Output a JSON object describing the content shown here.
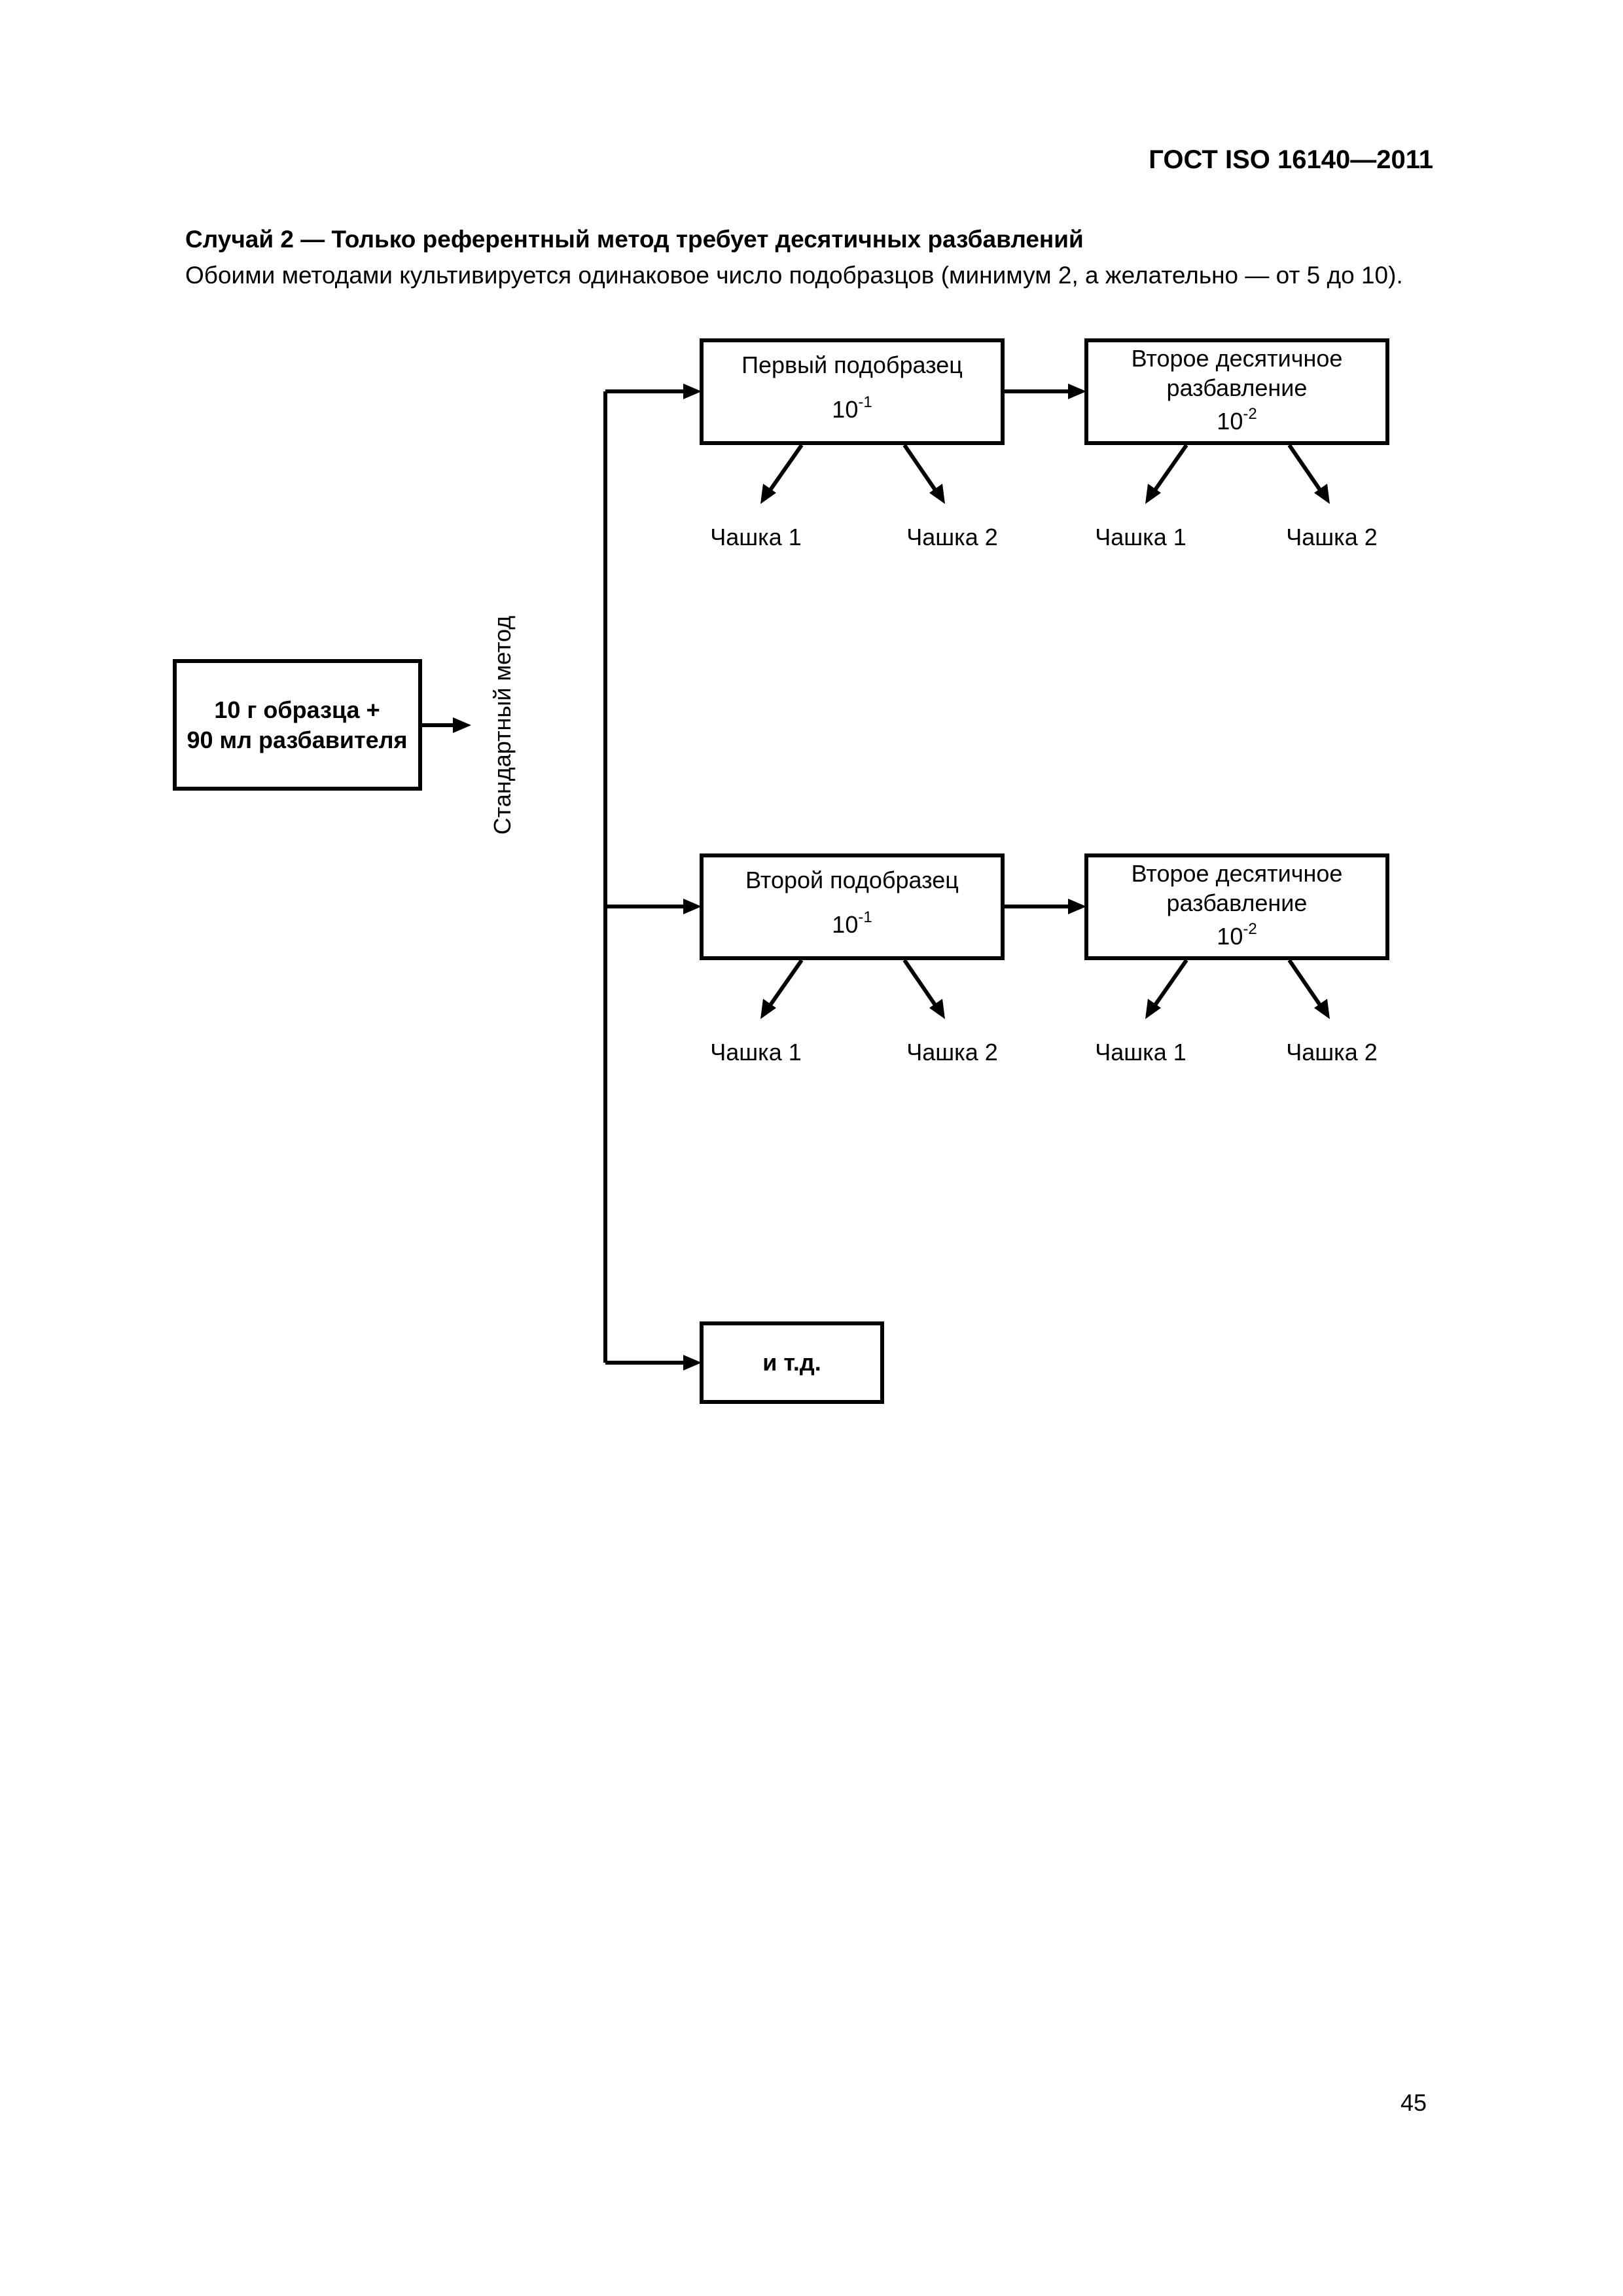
{
  "header": {
    "doc_id": "ГОСТ ISO 16140—2011"
  },
  "case": {
    "title": "Случай 2  — Только референтный метод требует десятичных разбавлений",
    "subtitle": "Обоими методами культивируется одинаковое число подобразцов (минимум 2, а желательно — от 5 до 10)."
  },
  "diagram": {
    "source_box": {
      "line1": "10 г образца +",
      "line2": "90 мл разбавителя"
    },
    "method_label": "Стандартный метод",
    "row1": {
      "subsample": {
        "label": "Первый подобразец",
        "base": "10",
        "exp": "-1"
      },
      "dilution": {
        "line1": "Второе десятичное",
        "line2": "разбавление",
        "base": "10",
        "exp": "-2"
      },
      "dishes": [
        "Чашка 1",
        "Чашка 2",
        "Чашка 1",
        "Чашка 2"
      ]
    },
    "row2": {
      "subsample": {
        "label": "Второй подобразец",
        "base": "10",
        "exp": "-1"
      },
      "dilution": {
        "line1": "Второе десятичное",
        "line2": "разбавление",
        "base": "10",
        "exp": "-2"
      },
      "dishes": [
        "Чашка 1",
        "Чашка 2",
        "Чашка 1",
        "Чашка 2"
      ]
    },
    "etc_box": {
      "label": "и т.д."
    }
  },
  "footer": {
    "page_number": "45"
  }
}
